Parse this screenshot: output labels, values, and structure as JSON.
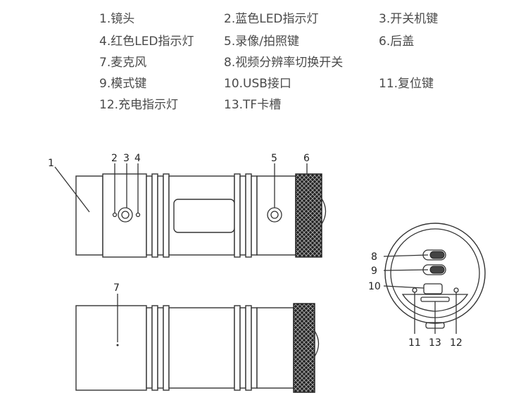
{
  "legend": [
    {
      "text": "1.镜头"
    },
    {
      "text": "2.蓝色LED指示灯"
    },
    {
      "text": "3.开关机键"
    },
    {
      "text": "4.红色LED指示灯"
    },
    {
      "text": "5.录像/拍照键"
    },
    {
      "text": "6.后盖"
    },
    {
      "text": "7.麦克风"
    },
    {
      "text": "8.视频分辨率切换开关"
    },
    {
      "text": "9.模式键"
    },
    {
      "text": "10.USB接口"
    },
    {
      "text": "11.复位键"
    },
    {
      "text": "12.充电指示灯"
    },
    {
      "text": "13.TF卡槽"
    }
  ],
  "callouts": {
    "c1": "1",
    "c2": "2",
    "c3": "3",
    "c4": "4",
    "c5": "5",
    "c6": "6",
    "c7": "7",
    "c8": "8",
    "c9": "9",
    "c10": "10",
    "c11": "11",
    "c12": "12",
    "c13": "13"
  }
}
